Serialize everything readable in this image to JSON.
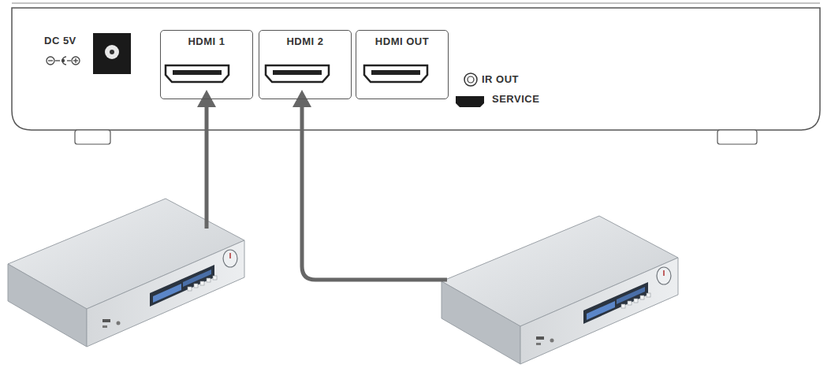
{
  "diagram": {
    "nodes": [
      {
        "text": [
          "HDMI 1"
        ]
      },
      {
        "text": [
          "HDMI 2"
        ]
      },
      {
        "text": [
          "HDMI OUT"
        ]
      }
    ],
    "labels": [
      "DC 5V",
      "IR OUT",
      "SERVICE"
    ]
  }
}
